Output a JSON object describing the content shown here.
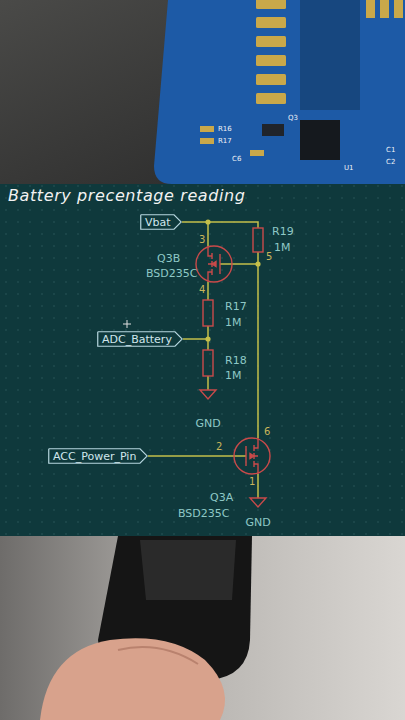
{
  "diagram": {
    "title": "Battery precentage reading",
    "nodes": [
      {
        "text": [
          "Vbat"
        ]
      },
      {
        "text": [
          "ADC_Battery"
        ]
      },
      {
        "text": [
          "ACC_Power_Pin"
        ]
      }
    ],
    "labels": [
      "R16",
      "R17",
      "C6",
      "Q3",
      "U1",
      "C1",
      "C2",
      "R19",
      "1M",
      "3",
      "5",
      "Q3B",
      "BSD235C",
      "4",
      "R17",
      "1M",
      "R18",
      "1M",
      "GND",
      "2",
      "6",
      "Q3A",
      "BSD235C",
      "1",
      "GND"
    ]
  }
}
